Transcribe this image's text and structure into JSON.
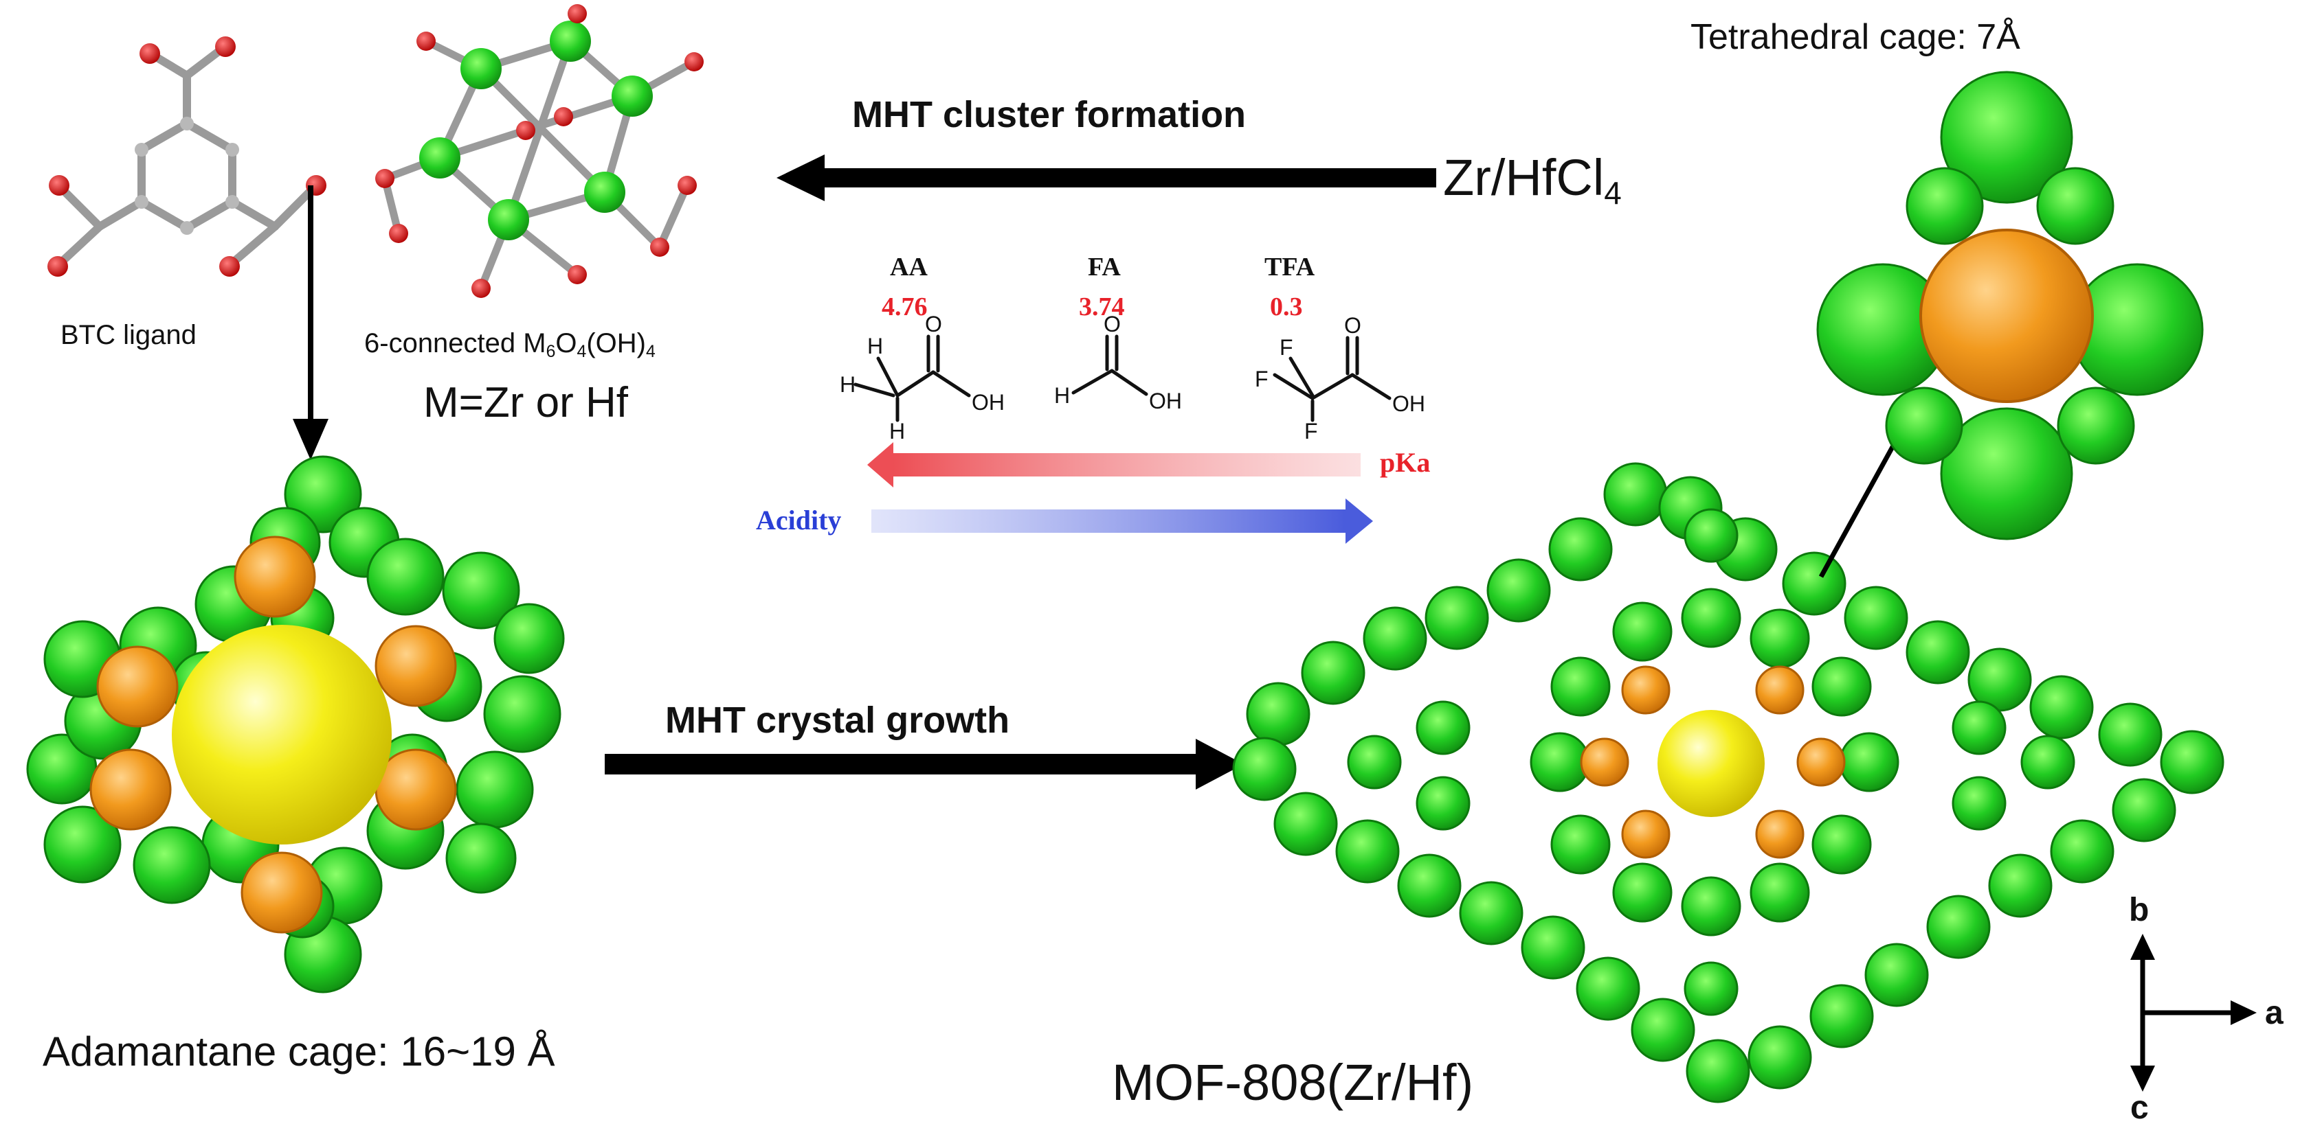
{
  "labels": {
    "btc_ligand": "BTC ligand",
    "cluster_prefix": "6-connected M",
    "cluster_s1": "6",
    "cluster_mid1": "O",
    "cluster_s2": "4",
    "cluster_mid2": "(OH)",
    "cluster_s3": "4",
    "metal_def": "M=Zr or Hf",
    "reagent_main": "Zr/HfCl",
    "reagent_sub": "4",
    "cluster_formation": "MHT cluster formation",
    "crystal_growth": "MHT crystal growth",
    "adamantane_cage": "Adamantane cage: 16~19 Å",
    "tetrahedral_cage": "Tetrahedral cage: 7Å",
    "product": "MOF-808(Zr/Hf)",
    "axis_a": "a",
    "axis_b": "b",
    "axis_c": "c"
  },
  "acids": [
    {
      "abbr": "AA",
      "pka": "4.76"
    },
    {
      "abbr": "FA",
      "pka": "3.74"
    },
    {
      "abbr": "TFA",
      "pka": "0.3"
    }
  ],
  "trend": {
    "pka_label": "pKa",
    "acidity_label": "Acidity"
  },
  "molecules": {
    "aa_atoms": [
      "H",
      "H",
      "H",
      "O",
      "OH"
    ],
    "fa_atoms": [
      "H",
      "O",
      "OH"
    ],
    "tfa_atoms": [
      "F",
      "F",
      "F",
      "O",
      "OH"
    ]
  },
  "colors": {
    "cluster_green": "#22cc22",
    "cage_orange": "#f29a1e",
    "cage_yellow": "#f5ee1a",
    "oxygen_red": "#e01010",
    "bond_gray": "#9a9a9a",
    "pka_red": "#e8222a",
    "acidity_blue": "#2a3fd6",
    "arrow_black": "#000000"
  }
}
